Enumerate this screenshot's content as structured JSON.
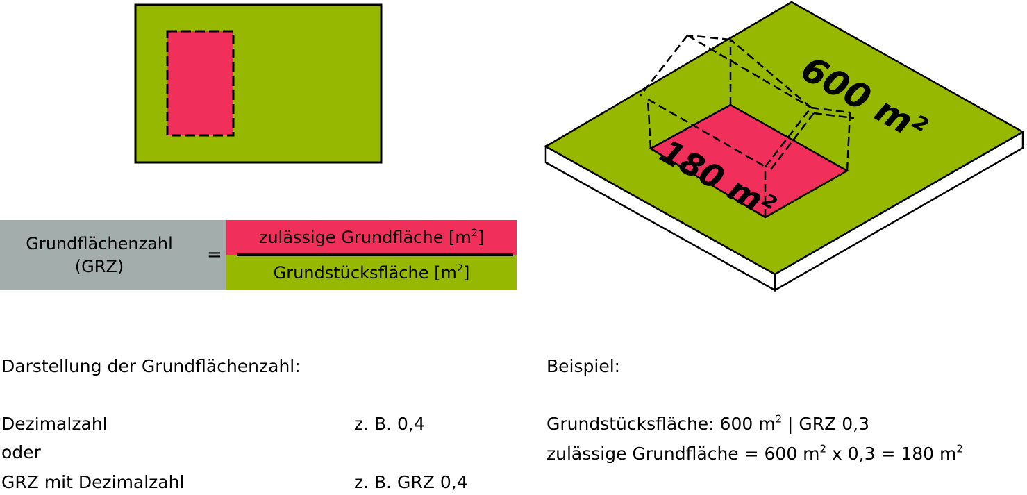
{
  "colors": {
    "plot_green": "#97b800",
    "building_red": "#f0305a",
    "formula_gray": "#a2adac"
  },
  "formula": {
    "left_line1": "Grundflächenzahl",
    "left_line2": "(GRZ)",
    "equals": "=",
    "numerator": "zulässige Grundfläche [m",
    "numerator_close": "]",
    "denominator": "Grundstücksfläche [m",
    "denominator_close": "]",
    "squared": "2"
  },
  "iso": {
    "plot_area_label": "600 m²",
    "building_area_label": "180 m²"
  },
  "darstellung": {
    "heading": "Darstellung der Grundflächenzahl:",
    "rows": [
      {
        "label": "Dezimalzahl",
        "example": "z. B. 0,4"
      },
      {
        "label": "oder",
        "example": ""
      },
      {
        "label": "GRZ mit Dezimalzahl",
        "example": "z. B. GRZ 0,4"
      }
    ]
  },
  "beispiel": {
    "heading": "Beispiel:",
    "line1_a": "Grundstücksfläche: 600 m",
    "line1_b": " | GRZ 0,3",
    "line2_a": "zulässige Grundfläche = 600 m",
    "line2_b": " x 0,3 = 180 m",
    "squared": "2"
  }
}
